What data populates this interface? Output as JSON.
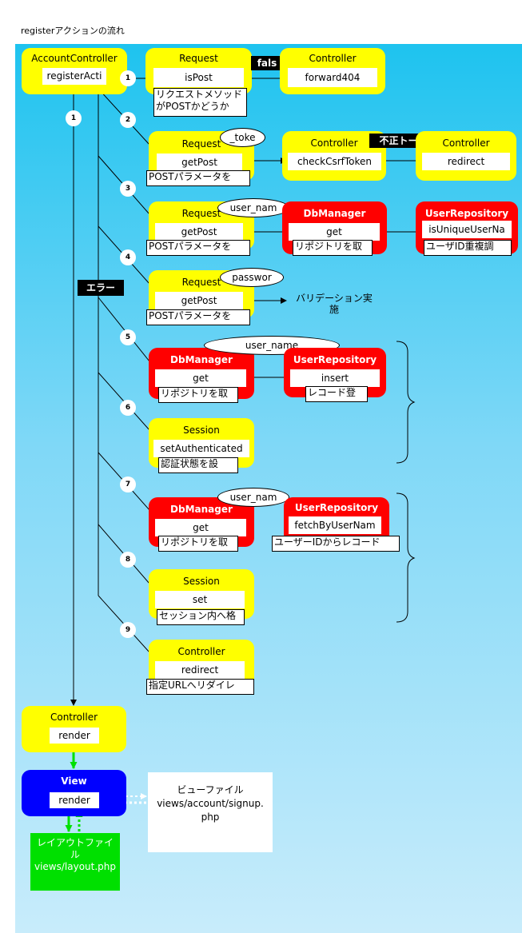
{
  "title": "registerアクションの流れ",
  "nodes": {
    "account_controller": {
      "header": "AccountController",
      "method": "registerActi"
    },
    "s1_request": {
      "header": "Request",
      "method": "isPost",
      "note": "リクエストメソッド\nがPOSTかどうか"
    },
    "s1_controller": {
      "header": "Controller",
      "method": "forward404"
    },
    "s2_request": {
      "header": "Request",
      "method": "getPost",
      "note": "POSTパラメータを"
    },
    "s2_controller": {
      "header": "Controller",
      "method": "checkCsrfToken"
    },
    "s2_controller2": {
      "header": "Controller",
      "method": "redirect"
    },
    "s3_request": {
      "header": "Request",
      "method": "getPost",
      "note": "POSTパラメータを"
    },
    "s3_dbmanager": {
      "header": "DbManager",
      "method": "get",
      "note": "リポジトリを取"
    },
    "s3_userrepo": {
      "header": "UserRepository",
      "method": "isUniqueUserNa",
      "note": "ユーザID重複調"
    },
    "s4_request": {
      "header": "Request",
      "method": "getPost",
      "note": "POSTパラメータを"
    },
    "s5_dbmanager": {
      "header": "DbManager",
      "method": "get",
      "note": "リポジトリを取"
    },
    "s5_userrepo": {
      "header": "UserRepository",
      "method": "insert",
      "note": "レコード登"
    },
    "s6_session": {
      "header": "Session",
      "method": "setAuthenticated",
      "note": "認証状態を設"
    },
    "s7_dbmanager": {
      "header": "DbManager",
      "method": "get",
      "note": "リポジトリを取"
    },
    "s7_userrepo": {
      "header": "UserRepository",
      "method": "fetchByUserNam",
      "note": "ユーザーIDからレコード"
    },
    "s8_session": {
      "header": "Session",
      "method": "set",
      "note": "セッション内へ格"
    },
    "s9_controller": {
      "header": "Controller",
      "method": "redirect",
      "note": "指定URLへリダイレ"
    },
    "render_controller": {
      "header": "Controller",
      "method": "render"
    },
    "view": {
      "header": "View",
      "method": "render"
    }
  },
  "steps": [
    "1",
    "2",
    "3",
    "4",
    "5",
    "6",
    "7",
    "8",
    "9"
  ],
  "error_step": "1",
  "labels": {
    "fals": "fals",
    "fusei_token": "不正トーク",
    "error": "エラー",
    "validation": "バリデーション実\n施"
  },
  "params": {
    "token": "_toke",
    "user_name_3": "user_nam",
    "password": "passwor",
    "user_name_5": "user_name",
    "user_name_7": "user_nam"
  },
  "layout_file": "レイアウトファイ\nル\nviews/layout.php",
  "view_file": "ビューファイル\nviews/account/signup.\nphp",
  "colors": {
    "background_top": "#1ec3ef",
    "background_bottom": "#c8ecfb",
    "yellow": "#ffff00",
    "red": "#ff0000",
    "blue": "#0000ff",
    "green": "#00e000"
  }
}
